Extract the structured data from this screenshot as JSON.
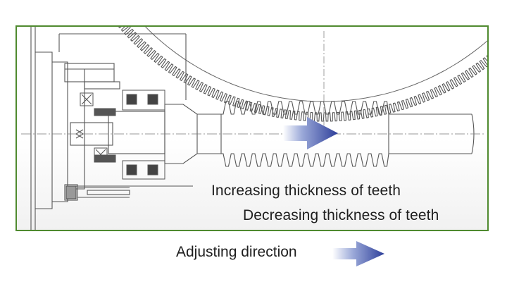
{
  "labels": {
    "increasing": "Increasing thickness of teeth",
    "decreasing": "Decreasing thickness of teeth",
    "adjusting": "Adjusting direction"
  },
  "colors": {
    "frame": "#4f8a2f",
    "line": "#555555",
    "arrow_dark": "#2e3f9a",
    "arrow_light": "#ffffff"
  }
}
